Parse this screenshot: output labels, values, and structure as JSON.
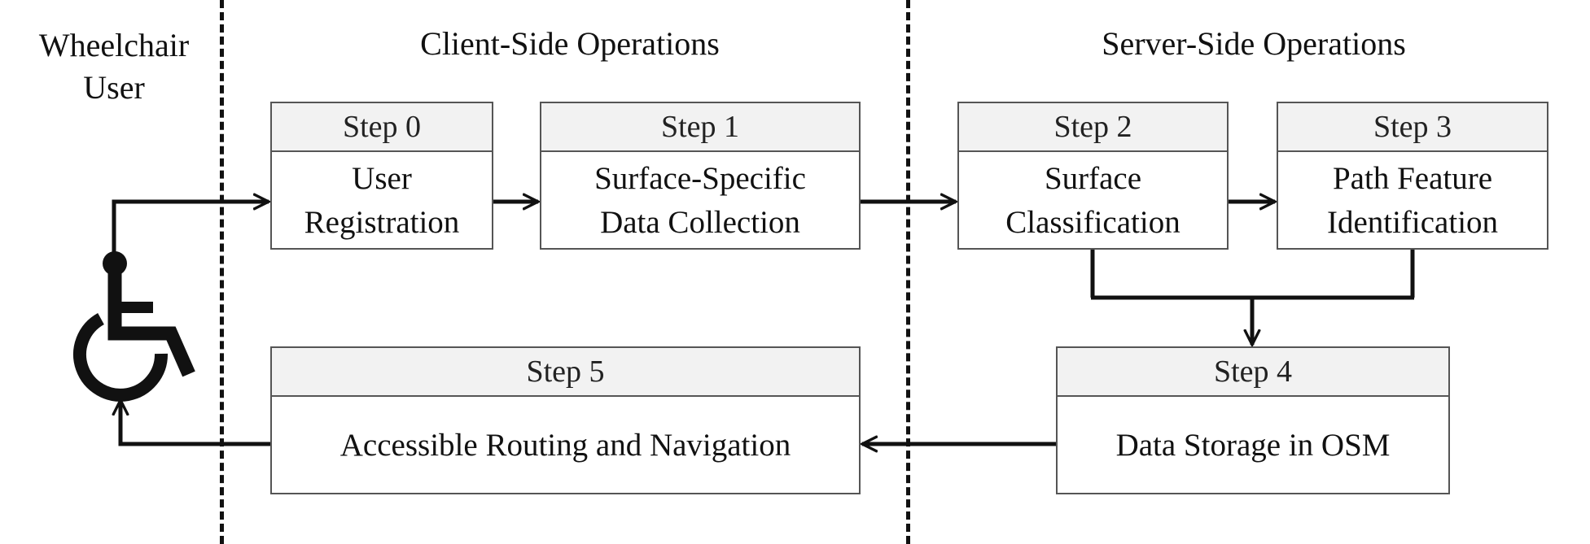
{
  "columns": {
    "user": "Wheelchair\nUser",
    "client": "Client-Side Operations",
    "server": "Server-Side Operations"
  },
  "steps": [
    {
      "label": "Step 0",
      "text": "User\nRegistration"
    },
    {
      "label": "Step 1",
      "text": "Surface-Specific\nData Collection"
    },
    {
      "label": "Step 2",
      "text": "Surface\nClassification"
    },
    {
      "label": "Step 3",
      "text": "Path Feature\nIdentification"
    },
    {
      "label": "Step 4",
      "text": "Data Storage in OSM"
    },
    {
      "label": "Step 5",
      "text": "Accessible Routing and Navigation"
    }
  ],
  "icons": {
    "user": "wheelchair-icon"
  }
}
